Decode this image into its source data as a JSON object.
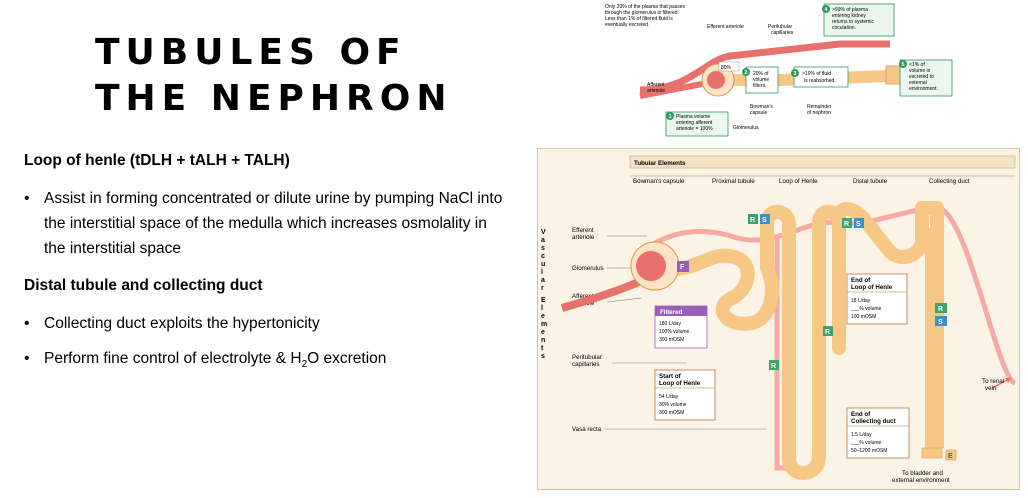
{
  "slide": {
    "title_line1": "TUBULES OF",
    "title_line2": "THE NEPHRON"
  },
  "content": {
    "heading1": "Loop of henle (tDLH + tALH + TALH)",
    "bullet1": "Assist in forming concentrated or dilute urine by pumping NaCl into the interstitial space of the medulla which increases osmolality in the interstitial space",
    "heading2": "Distal tubule and collecting duct",
    "bullet2": "Collecting duct exploits the hypertonicity",
    "bullet3_prefix": "Perform fine control of electrolyte & H",
    "bullet3_sub": "2",
    "bullet3_suffix": "O excretion",
    "bullet_marker": "•"
  },
  "top_diagram": {
    "note_top": [
      "Only 20% of the plasma that passes",
      "through the glomerulus is filtered.",
      "Less than 1% of filtered fluid is",
      "eventually excreted."
    ],
    "efferent_arteriole": "Efferent arteriole",
    "peritubular_capillaries": [
      "Peritubular",
      "capillaries"
    ],
    "badge4": "4",
    "box4": [
      ">99% of plasma",
      "entering kidney",
      "returns to systemic",
      "circulation."
    ],
    "pct80": "80%",
    "badge2": "2",
    "box2": [
      "20% of",
      "volume",
      "filters."
    ],
    "badge3": "3",
    "box3": [
      ">19% of fluid",
      "is reabsorbed."
    ],
    "badge5": "5",
    "box5": [
      "<1% of",
      "volume is",
      "excreted to",
      "external",
      "environment."
    ],
    "afferent_arteriole": [
      "Afferent",
      "arteriole"
    ],
    "bowmans_capsule": [
      "Bowman's",
      "capsule"
    ],
    "remainder": [
      "Remainder",
      "of nephron"
    ],
    "badge1": "1",
    "box1": [
      "Plasma volume",
      "entering afferent",
      "arteriole = 100%"
    ],
    "glomerulus": "Glomerulus"
  },
  "bottom_diagram": {
    "header": "Tubular Elements",
    "columns": [
      "Bowman's capsule",
      "Proximal tubule",
      "Loop of Henle",
      "Distal tubule",
      "Collecting duct"
    ],
    "vascular_letters": [
      "V",
      "a",
      "s",
      "c",
      "u",
      "l",
      "a",
      "r"
    ],
    "elements_letters": [
      "E",
      "l",
      "e",
      "m",
      "e",
      "n",
      "t",
      "s"
    ],
    "efferent_arteriole": [
      "Efferent",
      "arteriole"
    ],
    "glomerulus": "Glomerulus",
    "afferent_arteriole": [
      "Afferent",
      "arteriole"
    ],
    "peritubular_capillaries": [
      "Peritubular",
      "capillaries"
    ],
    "vasa_recta": "Vasa recta",
    "filtered": {
      "title": "Filtered",
      "lines": [
        "180 L/day",
        "100% volume",
        "300 mOSM"
      ]
    },
    "start_loop": {
      "title": [
        "Start of",
        "Loop of Henle"
      ],
      "lines": [
        "54 L/day",
        "30% volume",
        "300 mOSM"
      ]
    },
    "end_loop": {
      "title": [
        "End of",
        "Loop of Henle"
      ],
      "lines": [
        "18 L/day",
        "___% volume",
        "100 mOSM"
      ]
    },
    "end_duct": {
      "title": [
        "End of",
        "Collecting duct"
      ],
      "lines": [
        "1.5 L/day",
        "___% volume",
        "50–1200 mOSM"
      ]
    },
    "to_renal_vein": [
      "To renal",
      "vein"
    ],
    "to_bladder": [
      "To bladder and",
      "external environment"
    ],
    "marker_r": "R",
    "marker_s": "S",
    "marker_f": "F",
    "marker_e": "E"
  },
  "colors": {
    "tubule_fill": "#f6c785",
    "tubule_stroke": "#d99a4a",
    "vessel_red": "#e9716c",
    "vessel_light": "#f7a9a4",
    "green_marker": "#3aa56d",
    "blue_marker": "#3e8fcf",
    "purple_marker": "#9a5fb8",
    "panel_bg": "#fbf3e6",
    "badge_green": "#2e9b59",
    "box_border": "#b57b3c"
  }
}
